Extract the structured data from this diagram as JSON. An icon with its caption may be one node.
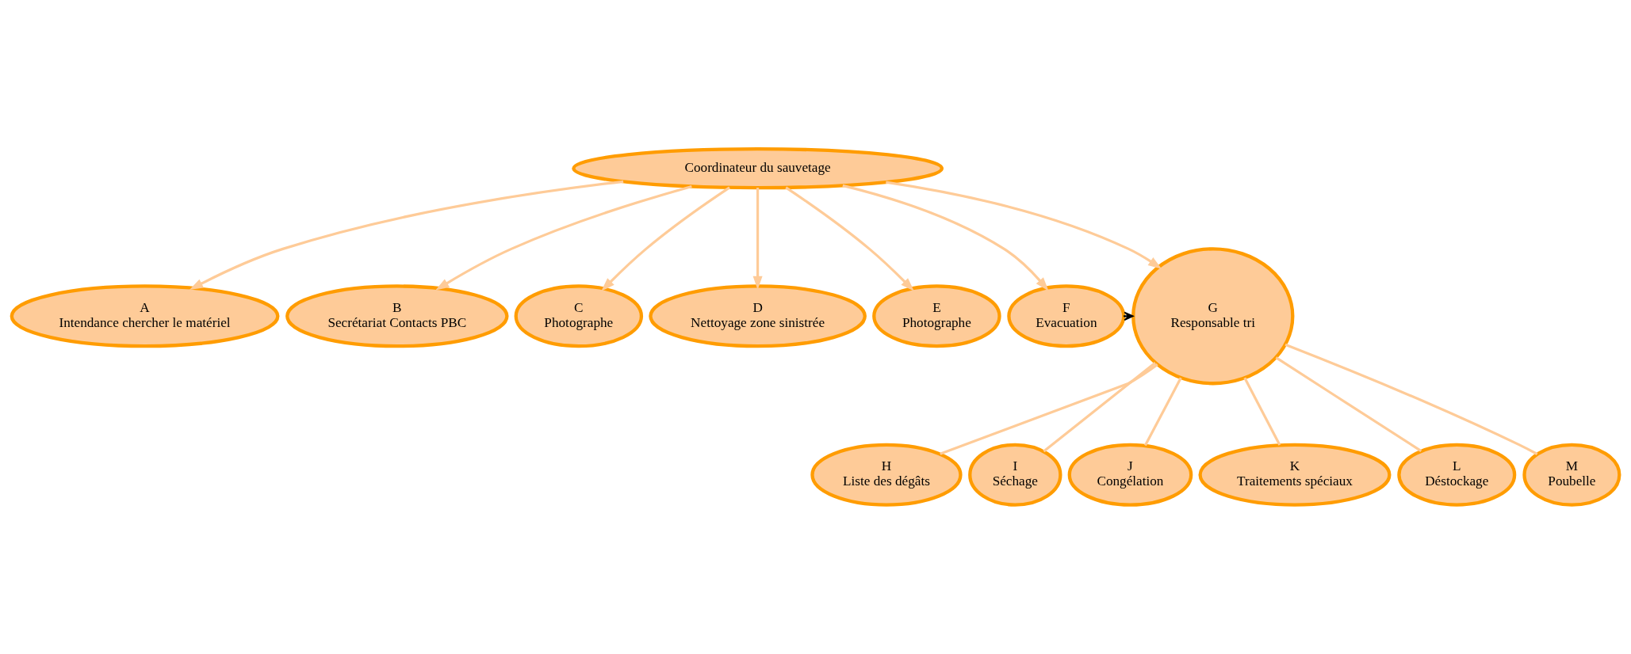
{
  "diagram": {
    "nodes": [
      {
        "text": [
          "Coordinateur du sauvetage"
        ]
      },
      {
        "text": [
          "A",
          "Intendance chercher le matériel"
        ]
      },
      {
        "text": [
          "B",
          "Secrétariat Contacts PBC"
        ]
      },
      {
        "text": [
          "C",
          "Photographe"
        ]
      },
      {
        "text": [
          "D",
          "Nettoyage zone sinistrée"
        ]
      },
      {
        "text": [
          "E",
          "Photographe"
        ]
      },
      {
        "text": [
          "F",
          "Evacuation"
        ]
      },
      {
        "text": [
          "G",
          "Responsable tri"
        ]
      },
      {
        "text": [
          "H",
          "Liste des dégâts"
        ]
      },
      {
        "text": [
          "I",
          "Séchage"
        ]
      },
      {
        "text": [
          "J",
          "Congélation"
        ]
      },
      {
        "text": [
          "K",
          "Traitements spéciaux"
        ]
      },
      {
        "text": [
          "L",
          "Déstockage"
        ]
      },
      {
        "text": [
          "M",
          "Poubelle"
        ]
      }
    ],
    "edges": [
      {
        "from": 0,
        "to": 1,
        "arrow": "to"
      },
      {
        "from": 0,
        "to": 2,
        "arrow": "to"
      },
      {
        "from": 0,
        "to": 3,
        "arrow": "to"
      },
      {
        "from": 0,
        "to": 4,
        "arrow": "to"
      },
      {
        "from": 0,
        "to": 5,
        "arrow": "to"
      },
      {
        "from": 0,
        "to": 6,
        "arrow": "to"
      },
      {
        "from": 0,
        "to": 7,
        "arrow": "to"
      },
      {
        "from": 6,
        "to": 7,
        "arrow": "to",
        "color": "#000000"
      },
      {
        "from": 7,
        "to": 8,
        "arrow": "none"
      },
      {
        "from": 7,
        "to": 9,
        "arrow": "none"
      },
      {
        "from": 7,
        "to": 10,
        "arrow": "none"
      },
      {
        "from": 7,
        "to": 11,
        "arrow": "none"
      },
      {
        "from": 7,
        "to": 12,
        "arrow": "none"
      },
      {
        "from": 7,
        "to": 13,
        "arrow": "none"
      }
    ]
  }
}
